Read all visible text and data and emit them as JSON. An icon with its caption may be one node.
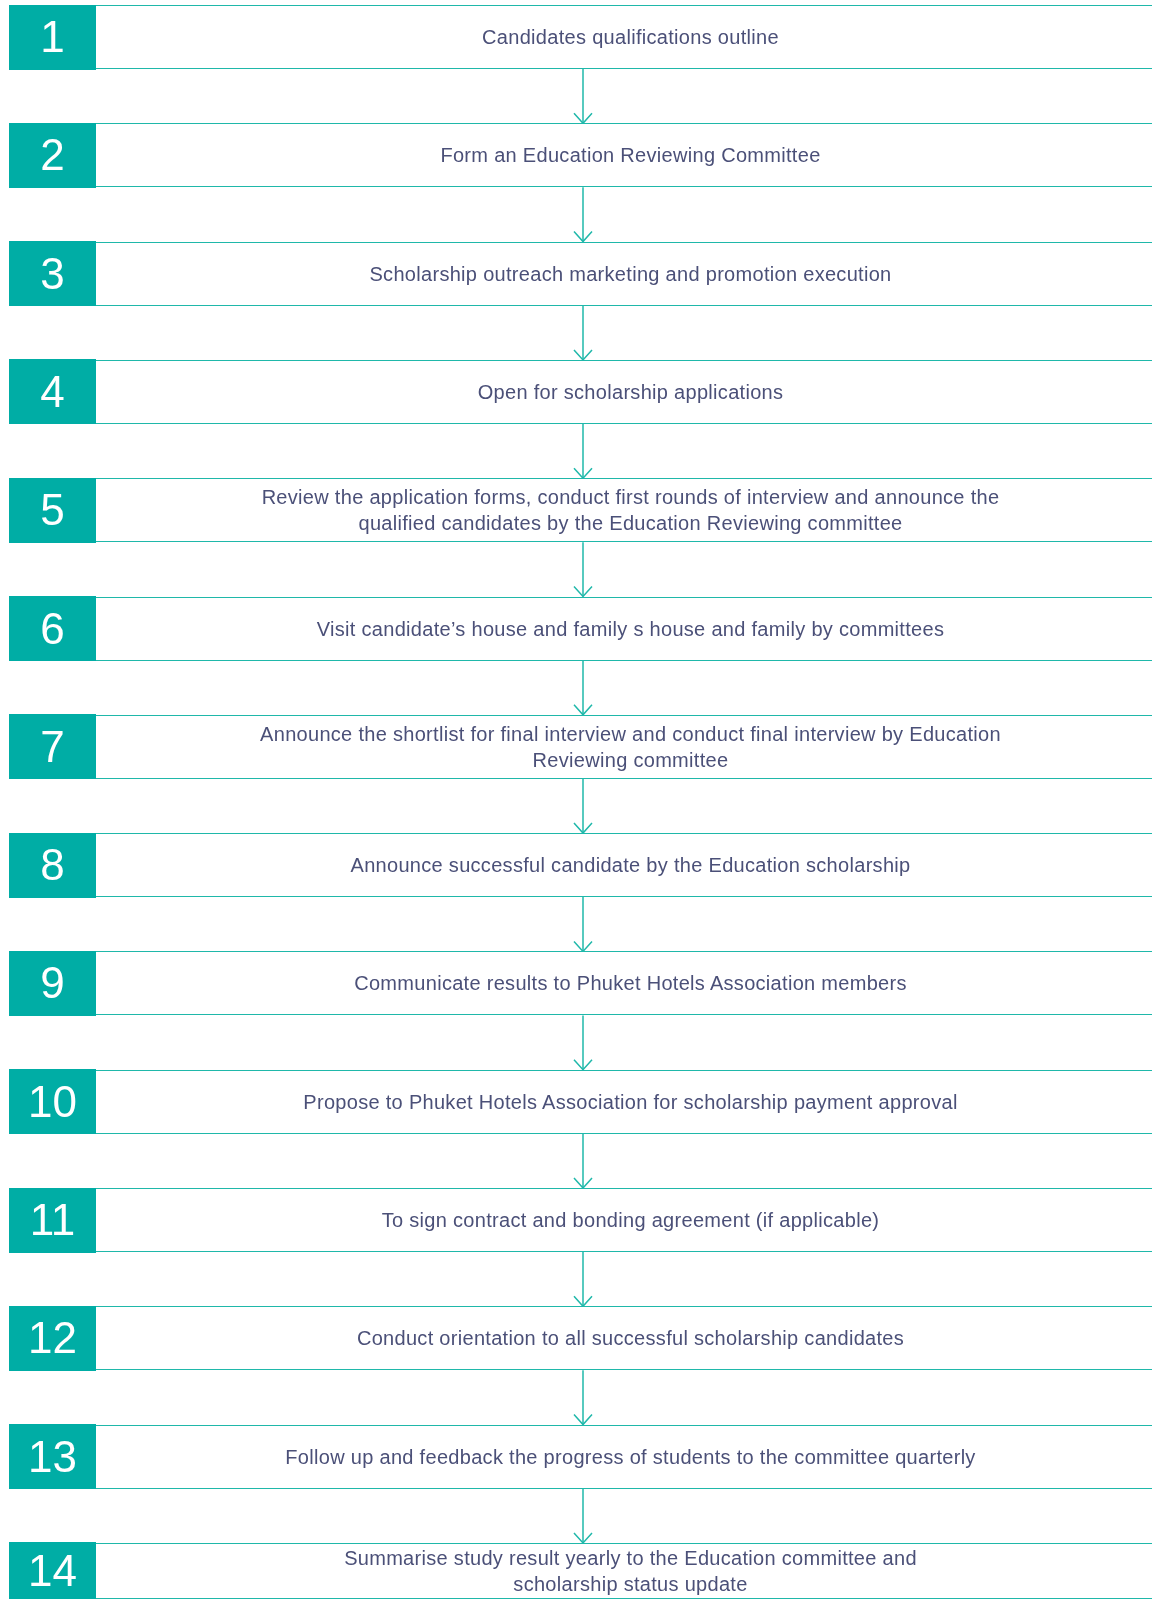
{
  "diagram": {
    "nodes": [
      {
        "text": [
          "1",
          "Candidates qualifications outline"
        ]
      },
      {
        "text": [
          "2",
          "Form an Education Reviewing Committee"
        ]
      },
      {
        "text": [
          "3",
          "Scholarship outreach marketing and promotion execution"
        ]
      },
      {
        "text": [
          "4",
          "Open for scholarship applications"
        ]
      },
      {
        "text": [
          "5",
          "Review the application forms, conduct first rounds of interview and announce the qualified candidates by the Education Reviewing committee"
        ]
      },
      {
        "text": [
          "6",
          "Visit candidate’s house and family  s house and family by committees"
        ]
      },
      {
        "text": [
          "7",
          "Announce the shortlist for final interview and conduct final interview by Education Reviewing committee"
        ]
      },
      {
        "text": [
          "8",
          "Announce successful candidate by the Education scholarship"
        ]
      },
      {
        "text": [
          "9",
          "Communicate results to Phuket Hotels Association members"
        ]
      },
      {
        "text": [
          "10",
          "Propose to Phuket Hotels Association for scholarship payment approval"
        ]
      },
      {
        "text": [
          "11",
          "To sign contract and bonding agreement (if applicable)"
        ]
      },
      {
        "text": [
          "12",
          "Conduct orientation to all successful scholarship candidates"
        ]
      },
      {
        "text": [
          "13",
          "Follow up and feedback the progress of students to the committee quarterly"
        ]
      },
      {
        "text": [
          "14",
          "Summarise study result yearly to the Education committee and scholarship status update"
        ]
      }
    ],
    "edges": [
      {
        "from": 0,
        "to": 1,
        "arrow": "to"
      },
      {
        "from": 1,
        "to": 2,
        "arrow": "to"
      },
      {
        "from": 2,
        "to": 3,
        "arrow": "to"
      },
      {
        "from": 3,
        "to": 4,
        "arrow": "to"
      },
      {
        "from": 4,
        "to": 5,
        "arrow": "to"
      },
      {
        "from": 5,
        "to": 6,
        "arrow": "to"
      },
      {
        "from": 6,
        "to": 7,
        "arrow": "to"
      },
      {
        "from": 7,
        "to": 8,
        "arrow": "to"
      },
      {
        "from": 8,
        "to": 9,
        "arrow": "to"
      },
      {
        "from": 9,
        "to": 10,
        "arrow": "to"
      },
      {
        "from": 10,
        "to": 11,
        "arrow": "to"
      },
      {
        "from": 11,
        "to": 12,
        "arrow": "to"
      },
      {
        "from": 12,
        "to": 13,
        "arrow": "to"
      }
    ]
  }
}
